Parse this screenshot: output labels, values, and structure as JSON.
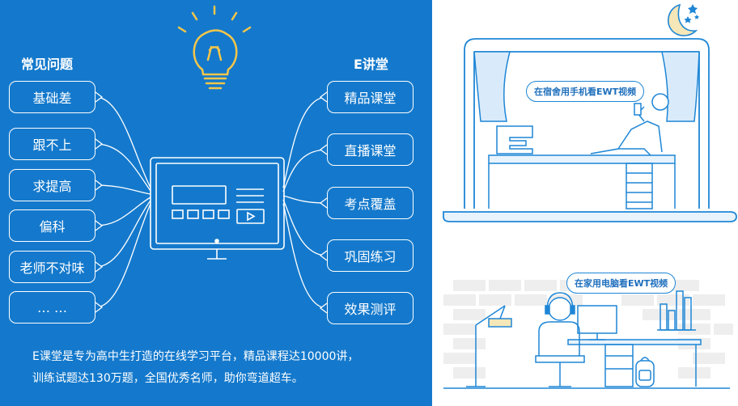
{
  "left_panel": {
    "problems_heading": "常见问题",
    "problems": [
      "基础差",
      "跟不上",
      "求提高",
      "偏科",
      "老师不对味",
      "… …"
    ],
    "ecourse_heading": "E讲堂",
    "features": [
      "精品课堂",
      "直播课堂",
      "考点覆盖",
      "巩固练习",
      "效果测评"
    ],
    "description_lines": [
      "E课堂是专为高中生打造的在线学习平台，精品课程达10000讲，",
      "训练试题达130万题，全国优秀名师，助你弯道超车。"
    ]
  },
  "right_panel": {
    "dorm_caption": "在宿舍用手机看EWT视频",
    "home_caption": "在家用电脑看EWT视频"
  },
  "colors": {
    "panel_blue": "#1479cc",
    "line_blue": "#1e86d6",
    "lamp_yellow": "#f5c64a",
    "white": "#ffffff"
  },
  "icons": [
    "lightbulb-icon",
    "monitor-icon",
    "play-icon",
    "moon-icon",
    "star-icon",
    "lamp-icon",
    "headphones-icon",
    "backpack-icon"
  ]
}
